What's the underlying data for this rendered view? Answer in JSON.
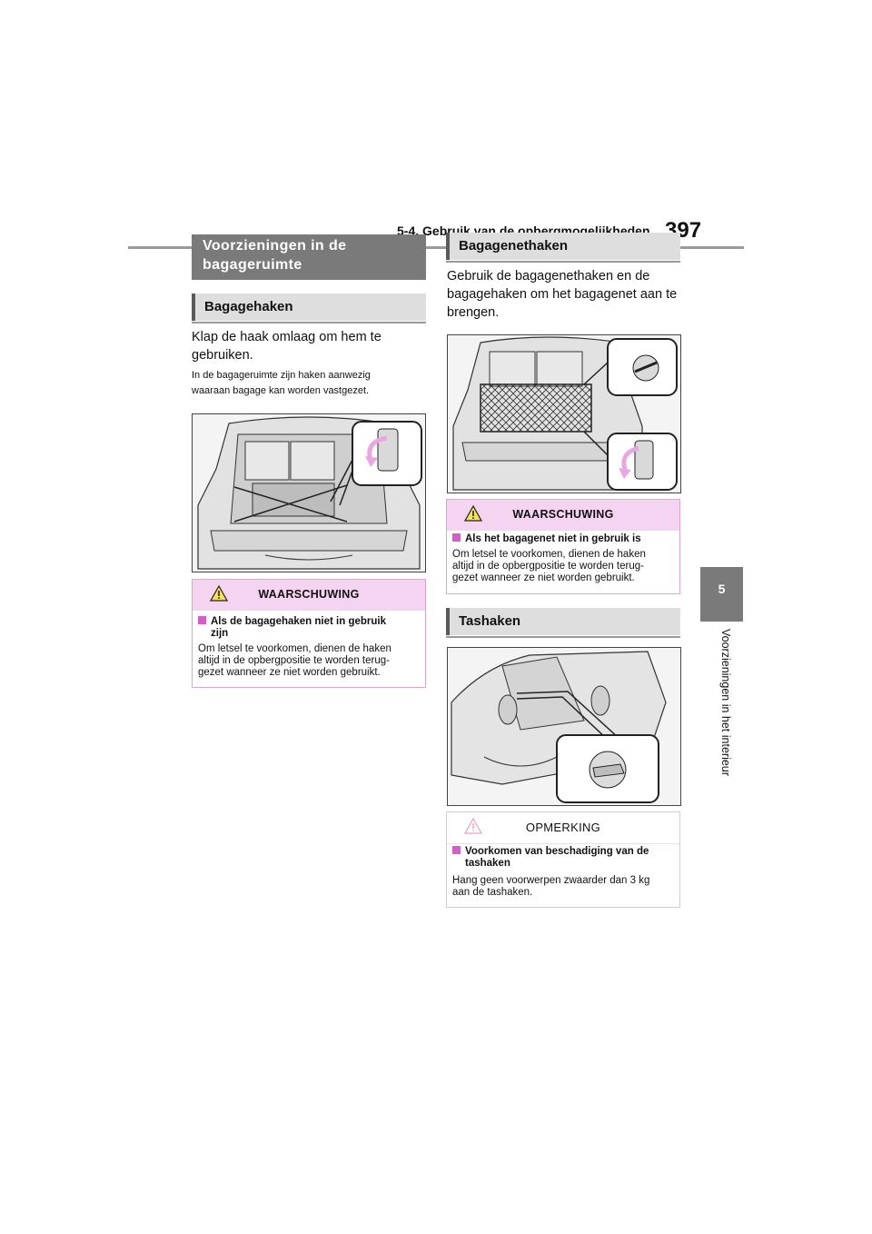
{
  "header": {
    "section": "5-4. Gebruik van de opbergmogelijkheden",
    "page_number": "397"
  },
  "side_tab": {
    "number": "5",
    "label": "Voorzieningen in het interieur"
  },
  "left": {
    "main_heading_line1": "Voorzieningen in de",
    "main_heading_line2": "bagageruimte",
    "sub_heading": "Bagagehaken",
    "intro_line1": "Klap de haak omlaag om hem te",
    "intro_line2": "gebruiken.",
    "small_line1": "In de bagageruimte zijn haken aanwezig",
    "small_line2": "waaraan bagage kan worden vastgezet.",
    "warning": {
      "title": "WAARSCHUWING",
      "item_line1": "Als de bagagehaken niet in gebruik",
      "item_line2": "zijn",
      "text_line1": "Om letsel te voorkomen, dienen de haken",
      "text_line2": "altijd in de opbergpositie te worden terug-",
      "text_line3": "gezet wanneer ze niet worden gebruikt."
    }
  },
  "right": {
    "sub_heading_1": "Bagagenethaken",
    "intro_line1": "Gebruik de bagagenethaken en de",
    "intro_line2": "bagagehaken om het bagagenet aan te",
    "intro_line3": "brengen.",
    "warning": {
      "title": "WAARSCHUWING",
      "item_line1": "Als het bagagenet niet in gebruik is",
      "text_line1": "Om letsel te voorkomen, dienen de haken",
      "text_line2": "altijd in de opbergpositie te worden terug-",
      "text_line3": "gezet wanneer ze niet worden gebruikt."
    },
    "sub_heading_2": "Tashaken",
    "note": {
      "title": "OPMERKING",
      "item_line1": "Voorkomen van beschadiging van de",
      "item_line2": "tashaken",
      "text_line1": "Hang geen voorwerpen zwaarder dan 3 kg",
      "text_line2": "aan de tashaken."
    }
  },
  "colors": {
    "section_bar": "#7a7a7a",
    "sub_bar": "#dedede",
    "warning_header": "#f5d4f1",
    "accent_pink": "#d25fc4",
    "highlight_arrow": "#e8a8df"
  }
}
